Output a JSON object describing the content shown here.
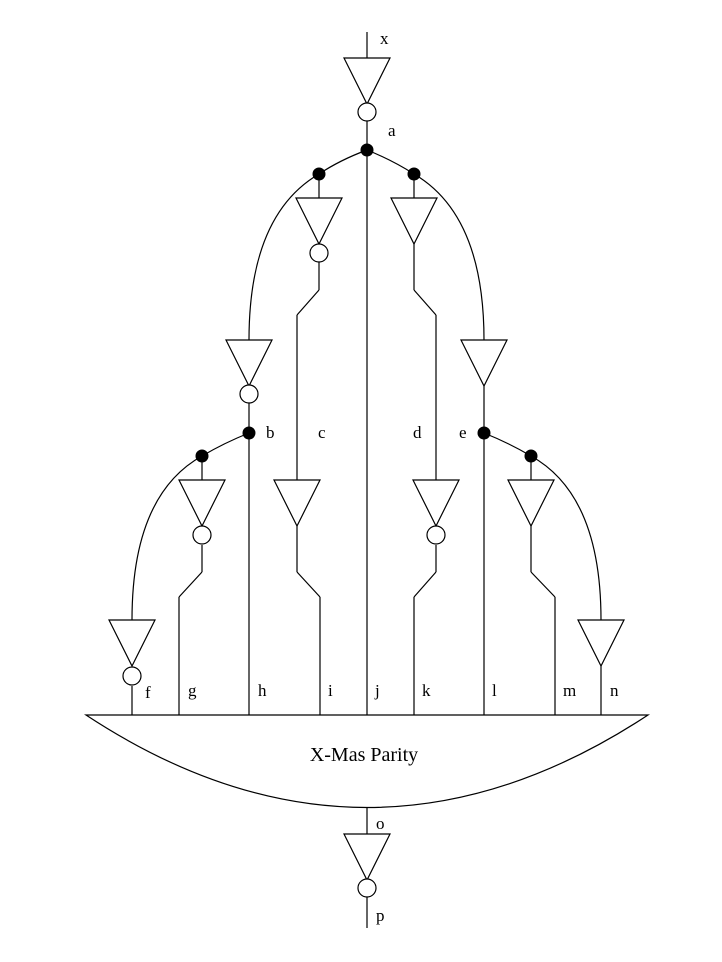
{
  "diagram": {
    "title": "X-Mas Parity",
    "signals": {
      "x": "x",
      "a": "a",
      "b": "b",
      "c": "c",
      "d": "d",
      "e": "e",
      "f": "f",
      "g": "g",
      "h": "h",
      "i": "i",
      "j": "j",
      "k": "k",
      "l": "l",
      "m": "m",
      "n": "n",
      "o": "o",
      "p": "p"
    }
  }
}
